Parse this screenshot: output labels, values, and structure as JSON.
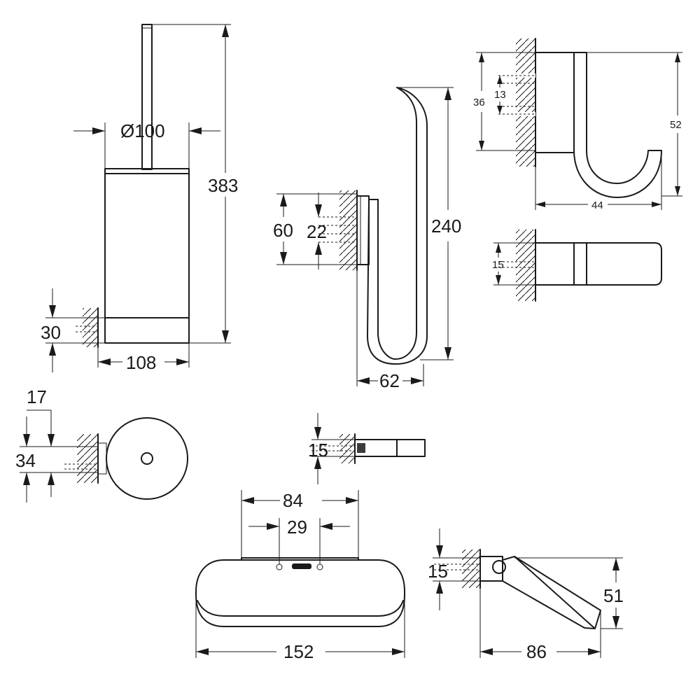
{
  "dimensions": {
    "brush_diameter": "Ø100",
    "brush_height": "383",
    "brush_wall_height": "30",
    "brush_depth": "108",
    "brush_top_offset": "17",
    "brush_top_height": "34",
    "holder_height": "240",
    "holder_mount": "60",
    "holder_hole": "22",
    "holder_depth": "62",
    "holder_top_thickness": "15",
    "hook_mount": "36",
    "hook_hole": "13",
    "hook_height": "52",
    "hook_depth": "44",
    "hook_top_thickness": "15",
    "shelf_mount_width": "84",
    "shelf_hole_spacing": "29",
    "shelf_width": "152",
    "shelf_thickness": "15",
    "shelf_side_height": "51",
    "shelf_depth": "86"
  }
}
